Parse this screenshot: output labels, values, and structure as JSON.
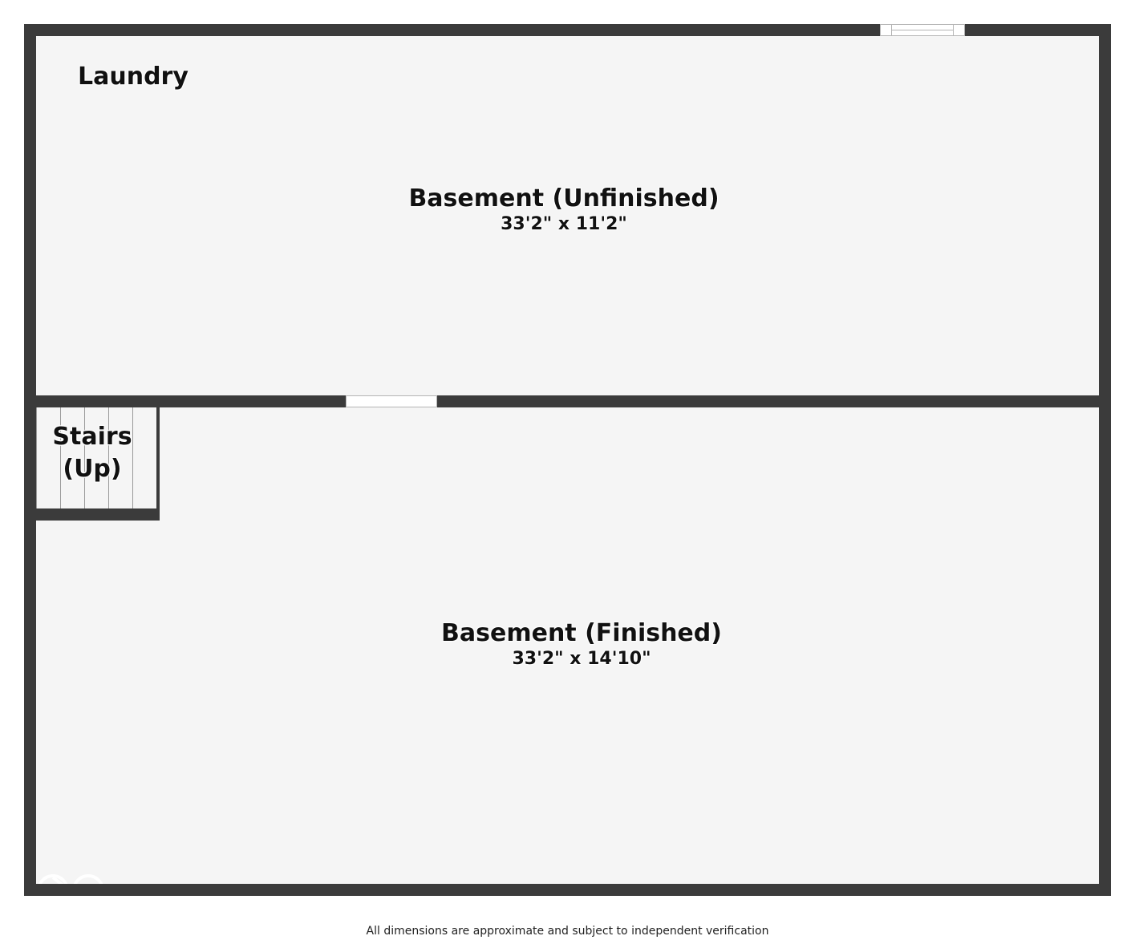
{
  "rooms": {
    "laundry": {
      "name": "Laundry"
    },
    "basement_unfinished": {
      "name": "Basement (Unfinished)",
      "dimensions": "33'2\" x 11'2\""
    },
    "stairs": {
      "line1": "Stairs",
      "line2": "(Up)"
    },
    "basement_finished": {
      "name": "Basement (Finished)",
      "dimensions": "33'2\" x 14'10\""
    }
  },
  "footer": {
    "disclaimer": "All dimensions are approximate and subject to independent verification"
  },
  "colors": {
    "wall": "#3b3b3b",
    "floor": "#f5f5f5",
    "background": "#ffffff"
  },
  "icons": {
    "watermark": "logo-watermark-icon"
  }
}
